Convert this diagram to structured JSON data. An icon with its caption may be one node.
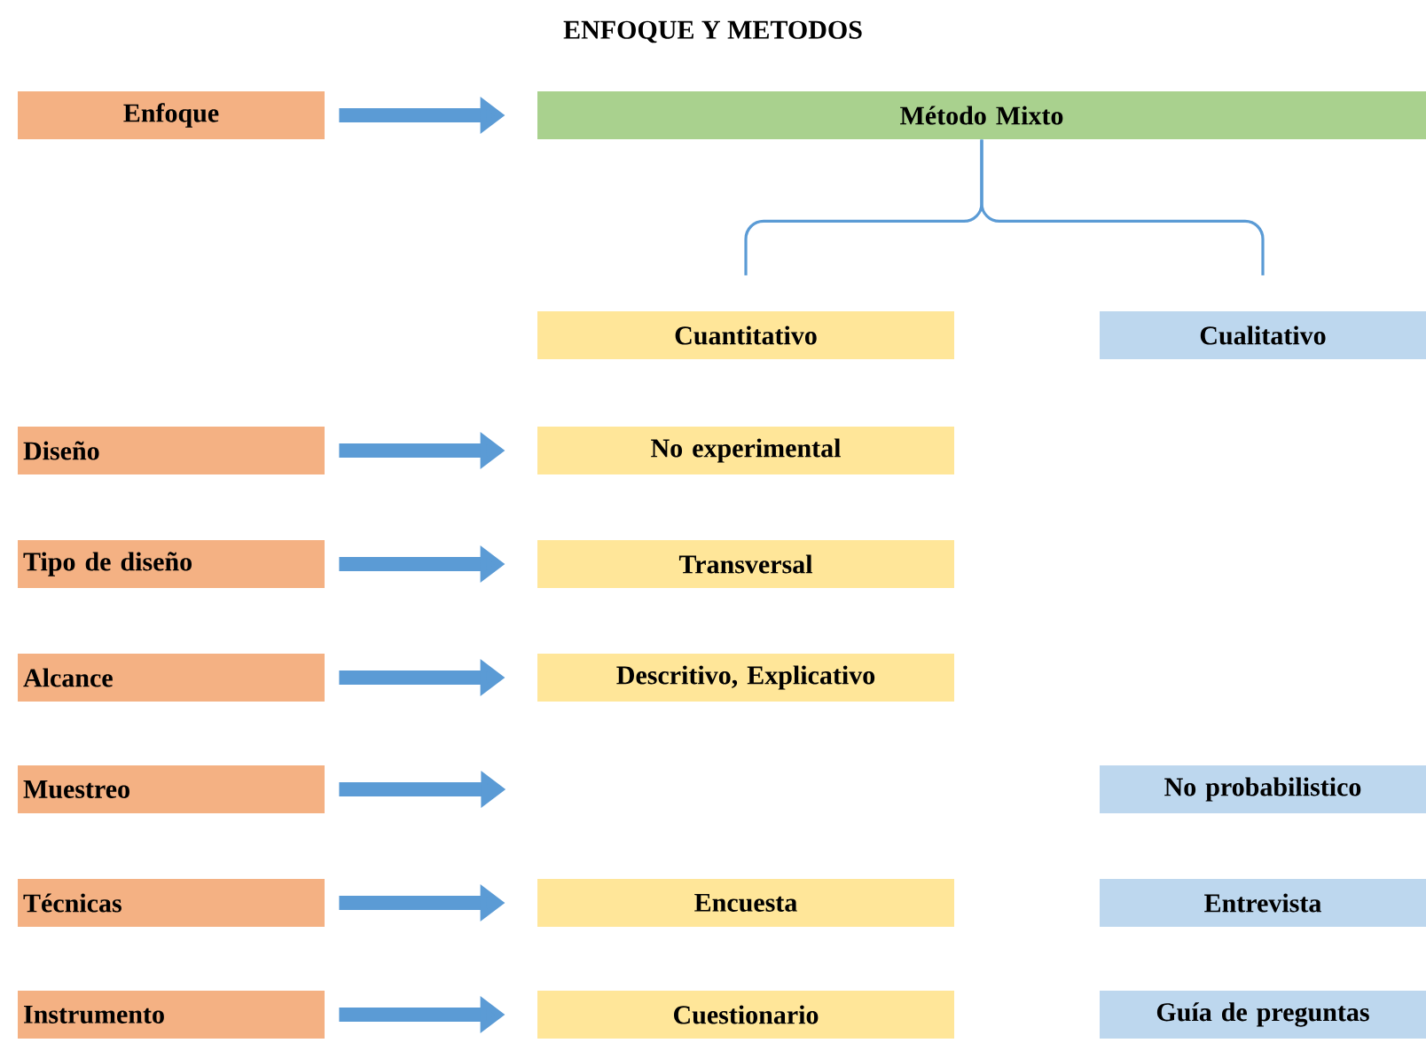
{
  "diagram": {
    "title": "ENFOQUE Y METODOS",
    "nodes": [
      {
        "text": [
          "Enfoque"
        ]
      },
      {
        "text": [
          "Método Mixto"
        ]
      },
      {
        "text": [
          "Cuantitativo"
        ]
      },
      {
        "text": [
          "Cualitativo"
        ]
      },
      {
        "text": [
          "Diseño"
        ]
      },
      {
        "text": [
          "No experimental"
        ]
      },
      {
        "text": [
          "Tipo de diseño"
        ]
      },
      {
        "text": [
          "Transversal"
        ]
      },
      {
        "text": [
          "Alcance"
        ]
      },
      {
        "text": [
          "Descritivo, Explicativo"
        ]
      },
      {
        "text": [
          "Muestreo"
        ]
      },
      {
        "text": [
          "No probabilistico"
        ]
      },
      {
        "text": [
          "Técnicas"
        ]
      },
      {
        "text": [
          "Encuesta"
        ]
      },
      {
        "text": [
          "Entrevista"
        ]
      },
      {
        "text": [
          "Instrumento"
        ]
      },
      {
        "text": [
          "Cuestionario"
        ]
      },
      {
        "text": [
          "Guía de preguntas"
        ]
      }
    ],
    "edges": [
      {
        "from": 0,
        "to": 1,
        "arrow": "to"
      },
      {
        "from": 1,
        "to": 2,
        "arrow": "none"
      },
      {
        "from": 1,
        "to": 3,
        "arrow": "none"
      },
      {
        "from": 4,
        "to": 5,
        "arrow": "to"
      },
      {
        "from": 6,
        "to": 7,
        "arrow": "to"
      },
      {
        "from": 8,
        "to": 9,
        "arrow": "to"
      },
      {
        "from": 10,
        "to": null,
        "arrow": "to"
      },
      {
        "from": 12,
        "to": 13,
        "arrow": "to"
      },
      {
        "from": 15,
        "to": 16,
        "arrow": "to"
      }
    ]
  }
}
